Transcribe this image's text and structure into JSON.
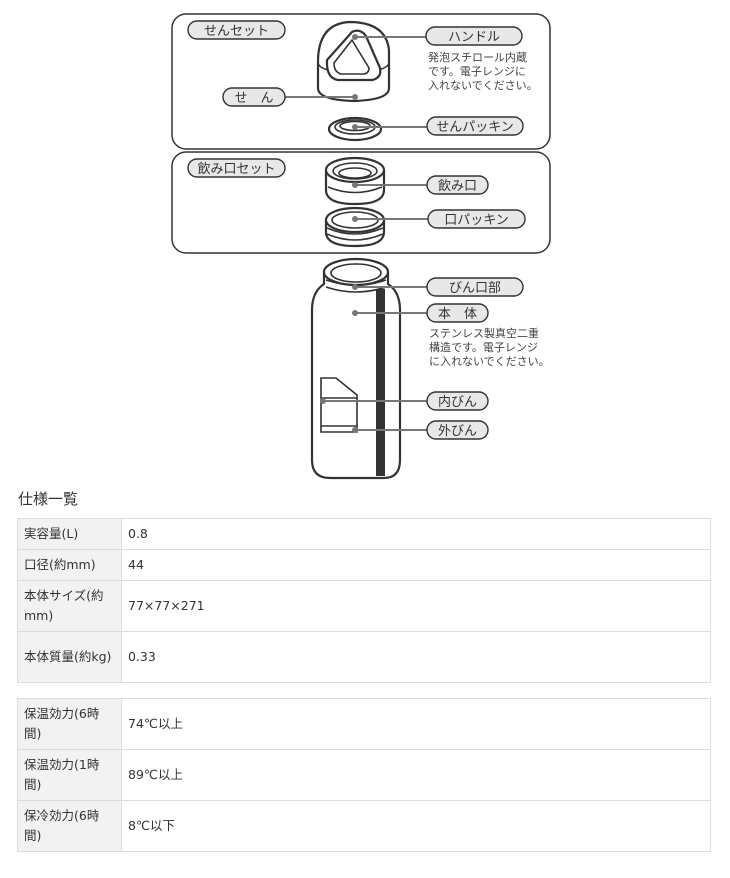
{
  "diagram": {
    "group_labels": {
      "plug_set": "せんセット",
      "mouth_set": "飲み口セット"
    },
    "labels": {
      "handle": "ハンドル",
      "plug": "せ　ん",
      "plug_packing": "せんパッキン",
      "mouth": "飲み口",
      "mouth_packing": "口パッキン",
      "bottle_mouth": "びん口部",
      "body": "本　体",
      "inner": "内びん",
      "outer": "外びん"
    },
    "notes": {
      "handle_note": [
        "発泡スチロール内蔵",
        "です。電子レンジに",
        "入れないでください。"
      ],
      "body_note": [
        "ステンレス製真空二重",
        "構造です。電子レンジ",
        "に入れないでください。"
      ]
    },
    "colors": {
      "outline": "#333333",
      "fill": "#ffffff",
      "pill_fill": "#e8e8e8",
      "leader": "#777777"
    }
  },
  "spec": {
    "title": "仕様一覧",
    "table1": [
      {
        "key": "実容量(L)",
        "value": "0.8"
      },
      {
        "key": "口径(約mm)",
        "value": "44"
      },
      {
        "key": "本体サイズ(約mm)",
        "value": "77×77×271"
      },
      {
        "key": "本体質量(約kg)",
        "value": "0.33"
      }
    ],
    "table2": [
      {
        "key": "保温効力(6時間)",
        "value": "74℃以上"
      },
      {
        "key": "保温効力(1時間)",
        "value": "89℃以上"
      },
      {
        "key": "保冷効力(6時間)",
        "value": "8℃以下"
      }
    ]
  }
}
